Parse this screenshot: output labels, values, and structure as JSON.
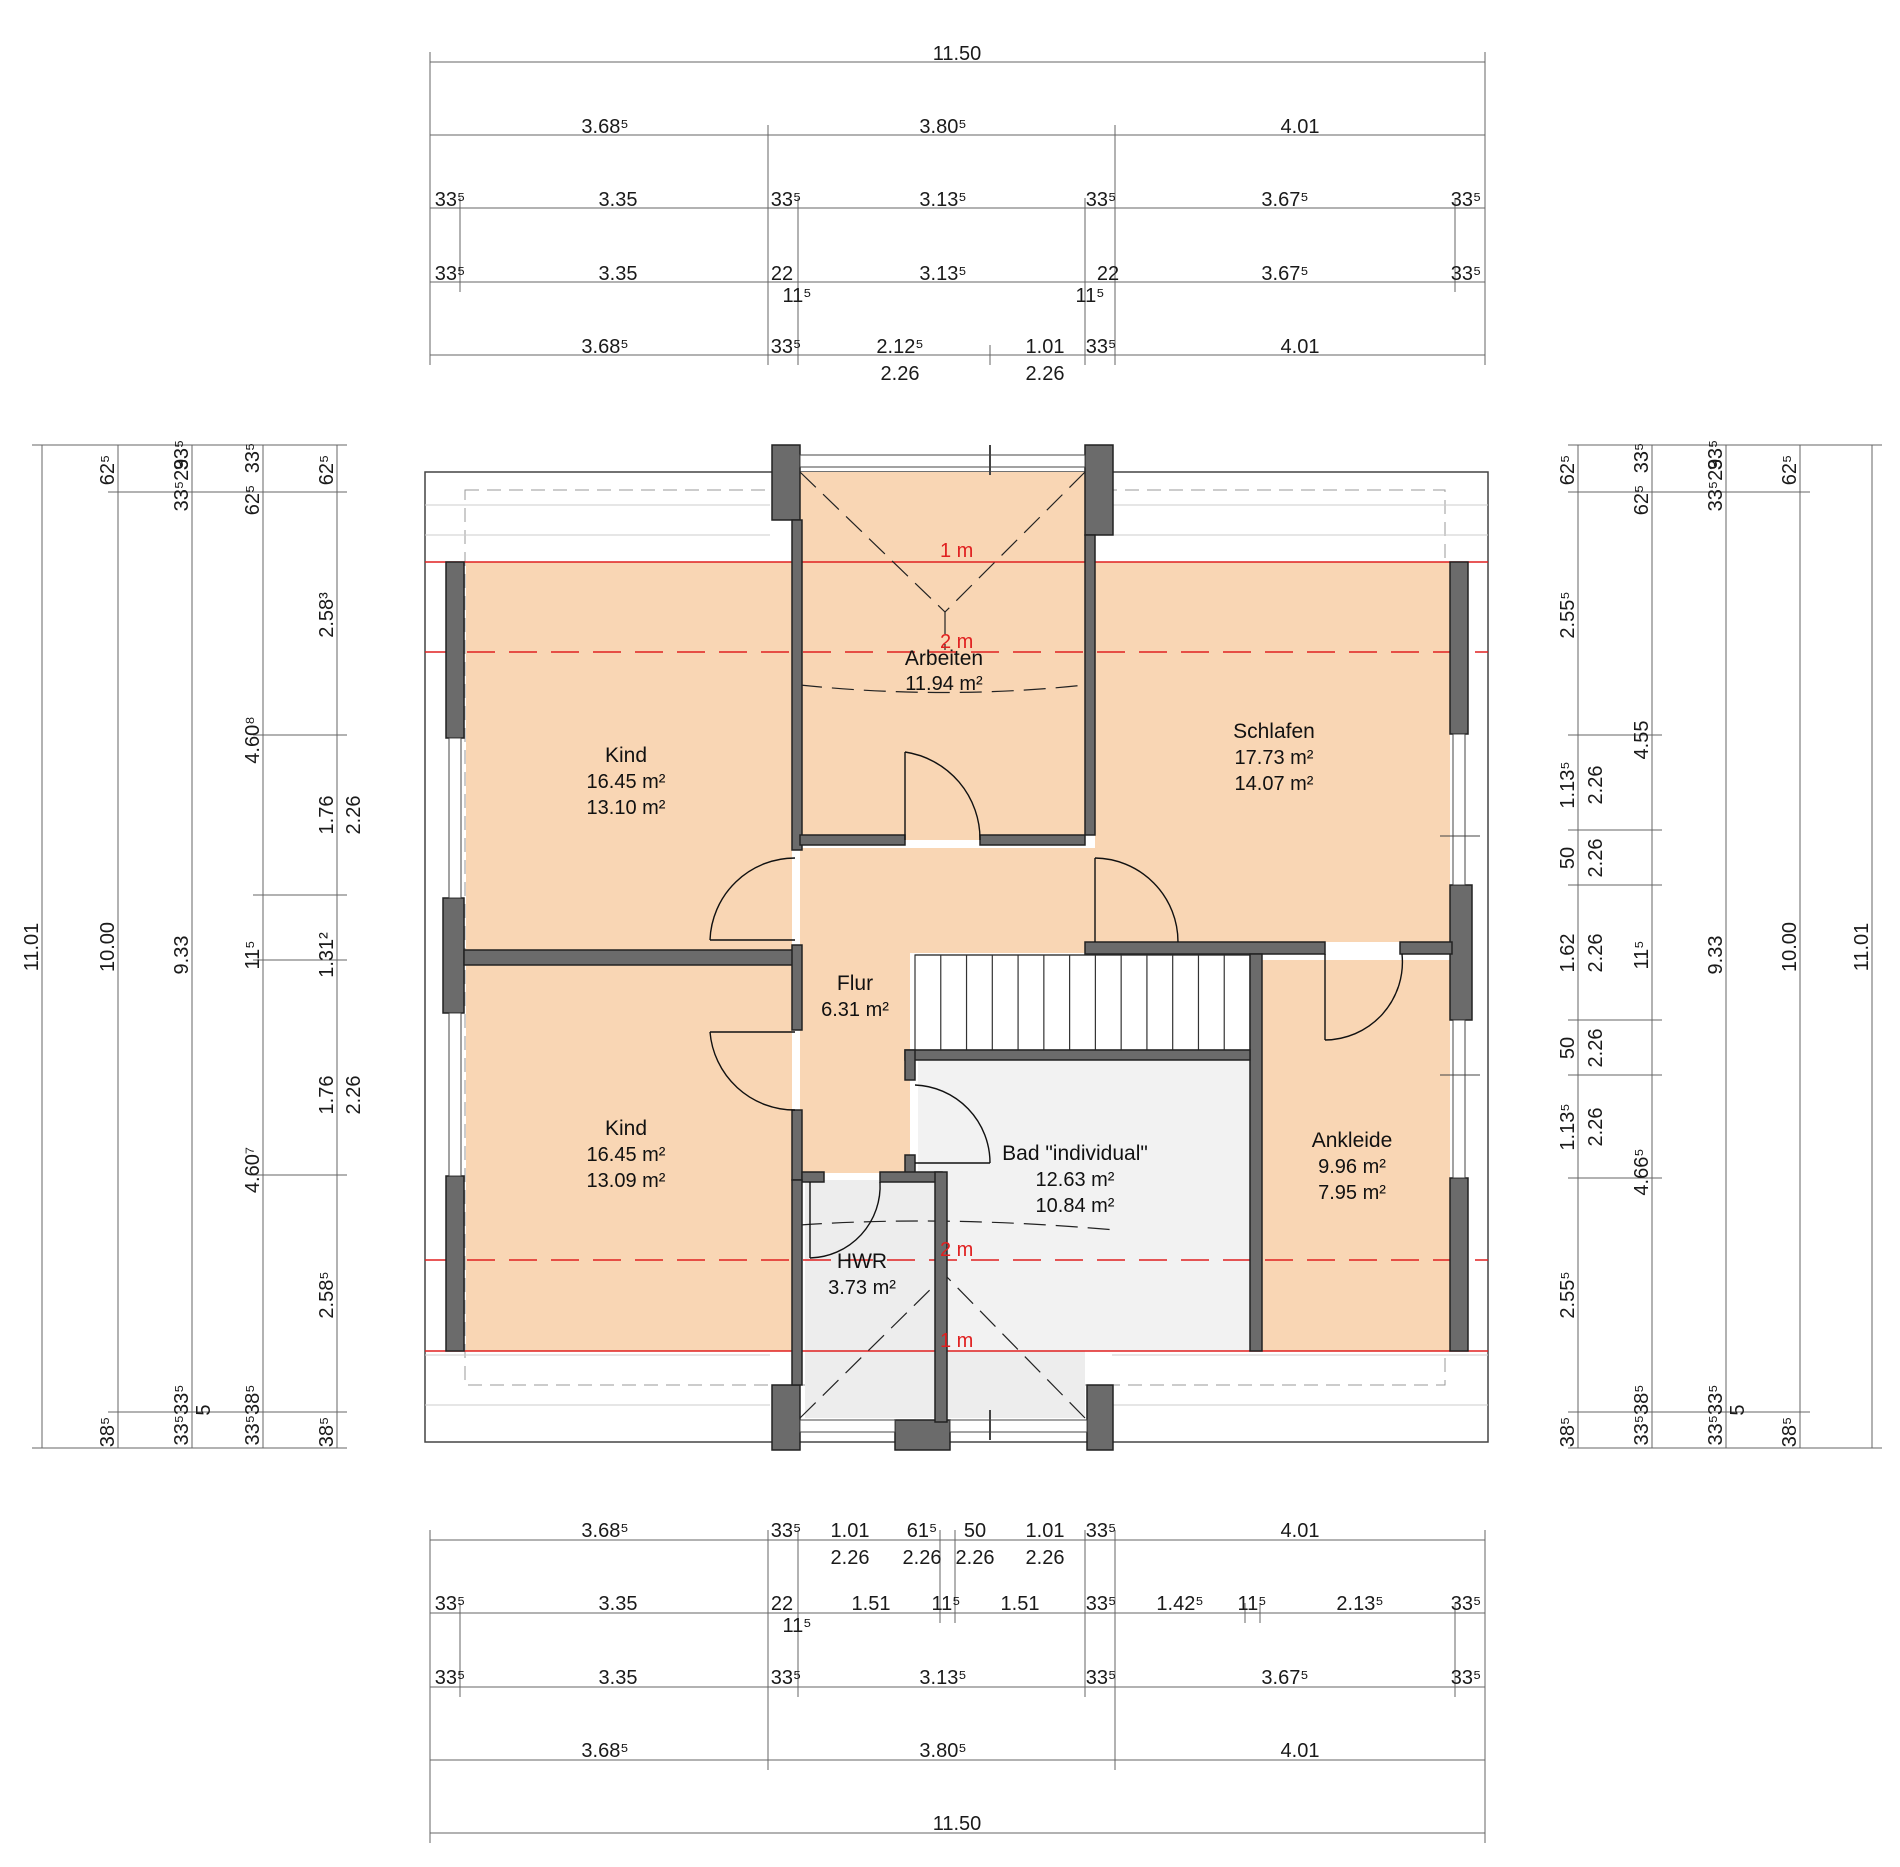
{
  "colors": {
    "room_fill": "#f9d6b4",
    "wet_fill": "#f2f2f2",
    "wall": "#6b6b6b",
    "line": "#222222",
    "dim_line": "#555555",
    "red": "#e02020"
  },
  "rooms": {
    "kind_top": {
      "name": "Kind",
      "area1": "16.45 m²",
      "area2": "13.10 m²"
    },
    "kind_bottom": {
      "name": "Kind",
      "area1": "16.45 m²",
      "area2": "13.09 m²"
    },
    "arbeiten": {
      "name": "Arbeiten",
      "area1": "11.94 m²"
    },
    "schlafen": {
      "name": "Schlafen",
      "area1": "17.73 m²",
      "area2": "14.07 m²"
    },
    "flur": {
      "name": "Flur",
      "area1": "6.31 m²"
    },
    "bad": {
      "name": "Bad \"individual\"",
      "area1": "12.63 m²",
      "area2": "10.84 m²"
    },
    "hwr": {
      "name": "HWR",
      "area1": "3.73 m²"
    },
    "ankleide": {
      "name": "Ankleide",
      "area1": "9.96 m²",
      "area2": "7.95 m²"
    }
  },
  "height_labels": {
    "top_1m": "1 m",
    "top_2m": "2 m",
    "bottom_2m": "2 m",
    "bottom_1m": "1 m"
  },
  "dims_top": [
    {
      "sup": "",
      "items": [
        "11.50"
      ]
    },
    {
      "items": [
        "3.68⁵",
        "3.80⁵",
        "4.01"
      ]
    },
    {
      "items": [
        "33⁵",
        "3.35",
        "33⁵",
        "3.13⁵",
        "33⁵",
        "3.67⁵",
        "33⁵"
      ]
    },
    {
      "items": [
        "33⁵",
        "3.35",
        "22",
        "11⁵",
        "3.13⁵",
        "22",
        "11⁵",
        "3.67⁵",
        "33⁵"
      ]
    },
    {
      "items": [
        "3.68⁵",
        "33⁵",
        "2.12⁵",
        "2.26",
        "1.01",
        "2.26",
        "33⁵",
        "4.01"
      ]
    }
  ],
  "dims_bottom": [
    {
      "items": [
        "3.68⁵",
        "33⁵",
        "1.01",
        "2.26",
        "61⁵",
        "2.26",
        "50",
        "2.26",
        "1.01",
        "2.26",
        "33⁵",
        "4.01"
      ]
    },
    {
      "items": [
        "33⁵",
        "3.35",
        "22",
        "11⁵",
        "1.51",
        "11⁵",
        "1.51",
        "33⁵",
        "1.42⁵",
        "11⁵",
        "2.13⁵",
        "33⁵"
      ]
    },
    {
      "items": [
        "33⁵",
        "3.35",
        "33⁵",
        "3.13⁵",
        "33⁵",
        "3.67⁵",
        "33⁵"
      ]
    },
    {
      "items": [
        "3.68⁵",
        "3.80⁵",
        "4.01"
      ]
    },
    {
      "items": [
        "11.50"
      ]
    }
  ],
  "dims_left": {
    "col1": [
      "11.01"
    ],
    "col2": [
      "62⁵",
      "10.00",
      "38⁵"
    ],
    "col3": [
      "33⁵29",
      "33⁵",
      "9.33",
      "33⁵33⁵",
      "5"
    ],
    "col4": [
      "62⁵",
      "33⁵",
      "4.60⁸",
      "11⁵",
      "4.60⁷",
      "33⁵38⁵"
    ],
    "col5": [
      "62⁵",
      "2.58³",
      "1.76",
      "1.31²",
      "1.76",
      "2.58⁵",
      "38⁵"
    ],
    "col6": [
      "2.26",
      "2.26"
    ]
  },
  "dims_right": {
    "col1": [
      "62⁵",
      "2.55⁵",
      "1.13⁵",
      "50",
      "1.62",
      "50",
      "1.13⁵",
      "2.55⁵",
      "38⁵"
    ],
    "col2": [
      "2.26",
      "2.26",
      "2.26",
      "2.26",
      "2.26"
    ],
    "col3": [
      "62⁵",
      "33⁵",
      "4.55",
      "11⁵",
      "4.66⁵",
      "33⁵38⁵"
    ],
    "col4": [
      "33⁵29",
      "33⁵",
      "9.33",
      "33⁵33⁵",
      "5"
    ],
    "col5": [
      "62⁵",
      "10.00",
      "38⁵"
    ],
    "col6": [
      "11.01"
    ]
  }
}
